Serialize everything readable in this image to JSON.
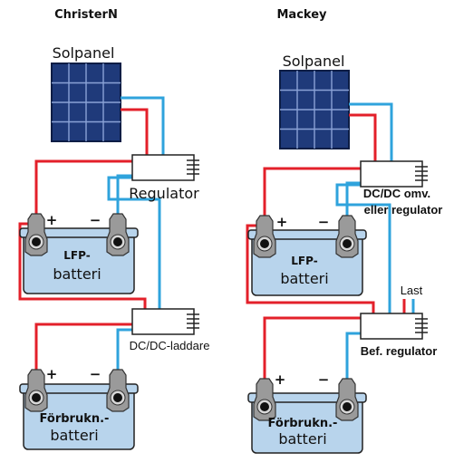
{
  "left": {
    "title": "ChristerN",
    "solar_label": "Solpanel",
    "regulator_label": "Regulator",
    "dcdc_label": "DC/DC-laddare",
    "battery1": {
      "line1": "LFP-",
      "line2": "batteri",
      "plus": "+",
      "minus": "−"
    },
    "battery2": {
      "line1": "Förbrukn.-",
      "line2": "batteri",
      "plus": "+",
      "minus": "−"
    }
  },
  "right": {
    "title": "Mackey",
    "solar_label": "Solpanel",
    "dcdc_line1": "DC/DC omv.",
    "dcdc_line2": "eller regulator",
    "bef_label": "Bef. regulator",
    "last_label": "Last",
    "battery1": {
      "line1": "LFP-",
      "line2": "batteri",
      "plus": "+",
      "minus": "−"
    },
    "battery2": {
      "line1": "Förbrukn.-",
      "line2": "batteri",
      "plus": "+",
      "minus": "−"
    }
  },
  "colors": {
    "positive_wire": "#e3202a",
    "negative_wire": "#2fa3dc",
    "battery_fill": "#b8d4ec",
    "panel_fill": "#1f3a7a"
  }
}
